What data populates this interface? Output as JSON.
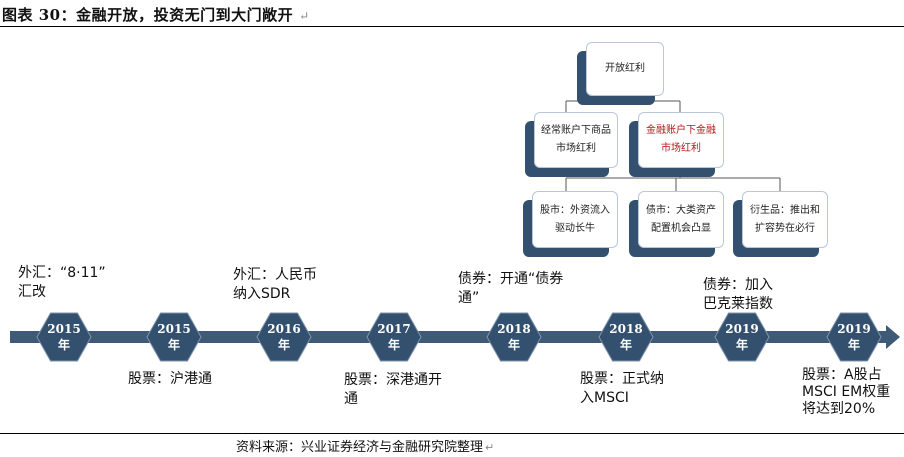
{
  "title": "图表 30：金融开放，投资无门到大门敞开",
  "return_mark": "↵",
  "tree": {
    "root": "开放红利",
    "level2": [
      {
        "text": "经常账户下商品市场红利",
        "highlight": false
      },
      {
        "text": "金融账户下金融市场红利",
        "highlight": true
      }
    ],
    "level3": [
      "股市：外资流入驱动长牛",
      "债市：大类资产配置机会凸显",
      "衍生品：推出和扩容势在必行"
    ]
  },
  "timeline": {
    "nodes": [
      {
        "year": "2015",
        "unit": "年"
      },
      {
        "year": "2015",
        "unit": "年"
      },
      {
        "year": "2016",
        "unit": "年"
      },
      {
        "year": "2017",
        "unit": "年"
      },
      {
        "year": "2018",
        "unit": "年"
      },
      {
        "year": "2018",
        "unit": "年"
      },
      {
        "year": "2019",
        "unit": "年"
      },
      {
        "year": "2019",
        "unit": "年"
      }
    ],
    "events_above": [
      {
        "line1": "外汇：“8·11”",
        "line2": "汇改"
      },
      {
        "line1": "外汇：人民币",
        "line2": "纳入SDR"
      },
      {
        "line1": "债券：开通“债券",
        "line2": "通”"
      },
      {
        "line1": "债券：加入",
        "line2": "巴克莱指数"
      }
    ],
    "events_below": [
      {
        "line1": "股票：沪港通",
        "line2": "",
        "line3": ""
      },
      {
        "line1": "股票：深港通开",
        "line2": "通",
        "line3": ""
      },
      {
        "line1": "股票：正式纳",
        "line2": "入MSCI",
        "line3": ""
      },
      {
        "line1": "股票：A股占",
        "line2": "MSCI EM权重",
        "line3": "将达到20%"
      }
    ]
  },
  "source": "资料来源：兴业证券经济与金融研究院整理",
  "colors": {
    "hex_fill": "#33506e",
    "axis": "#3f5a76",
    "shadow": "#33506e",
    "highlight_text": "#b01818"
  }
}
